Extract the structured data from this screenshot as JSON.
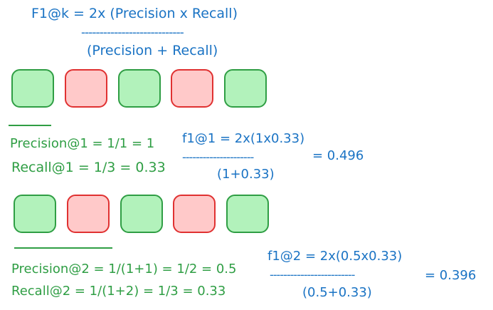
{
  "formula": {
    "numerator": "F1@k = 2x (Precision x Recall)",
    "divider": "----------------------------",
    "denominator": "(Precision + Recall)"
  },
  "row1": {
    "boxes": [
      "relevant",
      "not-relevant",
      "relevant",
      "not-relevant",
      "relevant"
    ],
    "precision": "Precision@1 = 1/1 = 1",
    "recall": "Recall@1 = 1/3 = 0.33",
    "f1_numerator": "f1@1 = 2x(1x0.33)",
    "f1_divider": "---------------------",
    "f1_result": "= 0.496",
    "f1_denominator": "(1+0.33)"
  },
  "row2": {
    "boxes": [
      "relevant",
      "not-relevant",
      "relevant",
      "not-relevant",
      "relevant"
    ],
    "precision": "Precision@2 = 1/(1+1) = 1/2 = 0.5",
    "recall": "Recall@2 = 1/(1+2) = 1/3 = 0.33",
    "f1_numerator": "f1@2 = 2x(0.5x0.33)",
    "f1_divider": "-------------------------",
    "f1_result": "= 0.396",
    "f1_denominator": "(0.5+0.33)"
  },
  "colors": {
    "relevant_fill": "#b2f2bb",
    "relevant_border": "#2f9e44",
    "not_relevant_fill": "#ffc9c9",
    "not_relevant_border": "#e03131",
    "formula_text": "#1a73c4",
    "metric_text": "#2f9e44"
  }
}
